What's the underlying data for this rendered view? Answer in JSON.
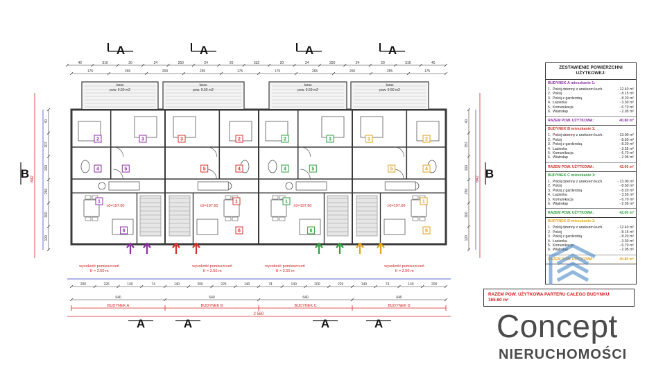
{
  "plan": {
    "section_a": "A",
    "section_b": "B",
    "top_dims_outer": [
      "40",
      "316",
      "20",
      "24",
      "250",
      "24",
      "20",
      "332",
      "20",
      "24",
      "250",
      "24",
      "20",
      "316",
      "40"
    ],
    "top_dims_inner": [
      "175",
      "265",
      "200",
      "255",
      "175",
      "175",
      "265",
      "200",
      "255",
      "175"
    ],
    "terrace_label": "taras",
    "terrace_area": "pow. 9.50 m2",
    "height_label": "wysokość pomieszczeń",
    "height_value": "H = 2.50 m",
    "level_label": "±0=197.60",
    "bottom_dims_1": [
      "200",
      "226",
      "140",
      "74",
      "140",
      "200",
      "226",
      "140",
      "74",
      "140",
      "200",
      "226",
      "140",
      "74",
      "140",
      "200"
    ],
    "bottom_dims_2": [
      "640",
      "640",
      "640",
      "640"
    ],
    "buildings": [
      "BUDYNEK A",
      "BUDYNEK B",
      "BUDYNEK C",
      "BUDYNEK D"
    ],
    "total_length": "2 560",
    "left_dims": [
      "40",
      "207",
      "160",
      "250",
      "300",
      "120"
    ],
    "left_total": "842",
    "right_dims": [
      "40",
      "257",
      "160",
      "250",
      "300",
      "120"
    ],
    "right_total": "842",
    "room_numbers": [
      "1",
      "2",
      "3",
      "4",
      "5",
      "6"
    ],
    "colors": {
      "A": "#8c2fa3",
      "B": "#d0342c",
      "C": "#2f9e3f",
      "D": "#e0a21d",
      "dim_red": "#d42020",
      "dim_blue": "#2a35c8",
      "wall": "#3a3a3a",
      "logo": "#4a4a4a",
      "watermark": "#3a7fc4"
    }
  },
  "summary": {
    "title": "ZESTAWIENIE POWIERZCHNI UŻYTKOWEJ:",
    "sections": [
      {
        "heading": "BUDYNEK A mieszkanie 1:",
        "color": "#8c2fa3",
        "rows": [
          {
            "n": "1.",
            "label": "Pokój dzienny z aneksem kuch.",
            "value": "- 12.40 m²"
          },
          {
            "n": "2.",
            "label": "Pokój",
            "value": "- 8.15 m²"
          },
          {
            "n": "3.",
            "label": "Pokój z garderobą",
            "value": "- 8.20 m²"
          },
          {
            "n": "4.",
            "label": "Łazienka",
            "value": "- 3.30 m²"
          },
          {
            "n": "5.",
            "label": "Komunikacja",
            "value": "- 6.70 m²"
          },
          {
            "n": "6.",
            "label": "Wiatrołap",
            "value": "- 2.05 m²"
          }
        ],
        "sum_label": "RAZEM POW. UŻYTKOWA:",
        "sum_value": "40.80 m²"
      },
      {
        "heading": "BUDYNEK B mieszkanie 1:",
        "color": "#d0342c",
        "rows": [
          {
            "n": "1.",
            "label": "Pokój dzienny z aneksem kuch.",
            "value": "- 13.00 m²"
          },
          {
            "n": "2.",
            "label": "Pokój",
            "value": "- 8.50 m²"
          },
          {
            "n": "3.",
            "label": "Pokój z garderobą",
            "value": "- 8.20 m²"
          },
          {
            "n": "4.",
            "label": "Łazienka",
            "value": "- 3.55 m²"
          },
          {
            "n": "5.",
            "label": "Komunikacja",
            "value": "- 6.70 m²"
          },
          {
            "n": "6.",
            "label": "Wiatrołap",
            "value": "- 2.05 m²"
          }
        ],
        "sum_label": "RAZEM POW. UŻYTKOWA:",
        "sum_value": "42.00 m²"
      },
      {
        "heading": "BUDYNEK C mieszkanie 1:",
        "color": "#2f9e3f",
        "rows": [
          {
            "n": "1.",
            "label": "Pokój dzienny z aneksem kuch.",
            "value": "- 13.00 m²"
          },
          {
            "n": "2.",
            "label": "Pokój",
            "value": "- 8.50 m²"
          },
          {
            "n": "3.",
            "label": "Pokój z garderobą",
            "value": "- 8.20 m²"
          },
          {
            "n": "4.",
            "label": "Łazienka",
            "value": "- 3.55 m²"
          },
          {
            "n": "5.",
            "label": "Komunikacja",
            "value": "- 6.70 m²"
          },
          {
            "n": "6.",
            "label": "Wiatrołap",
            "value": "- 2.05 m²"
          }
        ],
        "sum_label": "RAZEM POW. UŻYTKOWA:",
        "sum_value": "42.00 m²"
      },
      {
        "heading": "BUDYNEK D mieszkanie 1:",
        "color": "#e0a21d",
        "rows": [
          {
            "n": "1.",
            "label": "Pokój dzienny z aneksem kuch.",
            "value": "- 12.40 m²"
          },
          {
            "n": "2.",
            "label": "Pokój",
            "value": "- 8.15 m²"
          },
          {
            "n": "3.",
            "label": "Pokój z garderobą",
            "value": "- 8.20 m²"
          },
          {
            "n": "4.",
            "label": "Łazienka",
            "value": "- 3.30 m²"
          },
          {
            "n": "5.",
            "label": "Komunikacja",
            "value": "- 6.70 m²"
          },
          {
            "n": "6.",
            "label": "Wiatrołap",
            "value": "- 2.05 m²"
          }
        ],
        "sum_label": "RAZEM POW. UŻYTKOWA:",
        "sum_value": "40.80 m²"
      }
    ],
    "total_label": "RAZEM POW. UŻYTKOWA PARTERU CAŁEGO BUDYNKU:",
    "total_value": "165.60 m²"
  },
  "logo": {
    "line1": "Concept",
    "line2": "NIERUCHOMOŚCI"
  }
}
